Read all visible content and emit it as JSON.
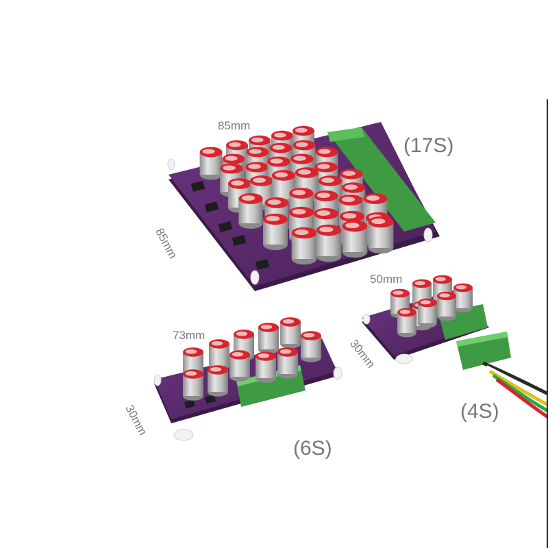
{
  "labels": {
    "board_17s": "(17S)",
    "board_6s": "(6S)",
    "board_4s": "(4S)",
    "dim_17s_top": "85mm",
    "dim_17s_side": "85mm",
    "dim_6s_top": "73mm",
    "dim_6s_side": "30mm",
    "dim_4s_top": "50mm",
    "dim_4s_side": "30mm"
  },
  "colors": {
    "pcb": "#5a2a6b",
    "pcb_edge": "#3e1b4c",
    "capacitor_body": "#c9c9c9",
    "capacitor_top": "#d8242d",
    "terminal": "#4aa84a",
    "wires": [
      "#333333",
      "#ffffff",
      "#d9c21a",
      "#2aa84a",
      "#d8242d"
    ]
  }
}
